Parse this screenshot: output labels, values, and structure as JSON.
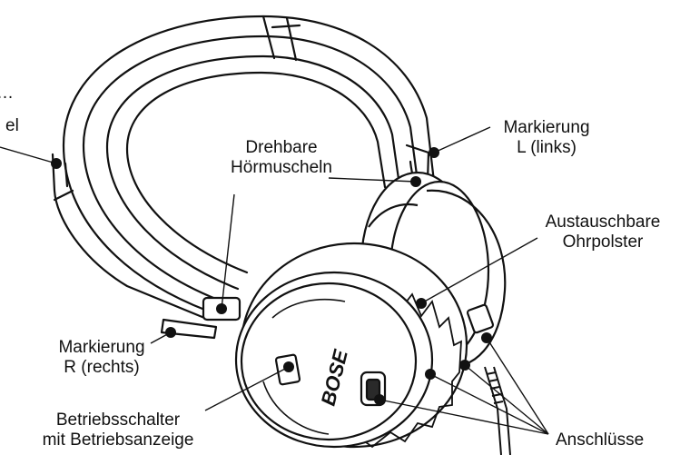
{
  "labels": {
    "cut_top": "…",
    "cut_bottom": "el",
    "markierung_l_line1": "Markierung",
    "markierung_l_line2": "L (links)",
    "drehbare_line1": "Drehbare",
    "drehbare_line2": "Hörmuscheln",
    "austauschbare_line1": "Austauschbare",
    "austauschbare_line2": "Ohrpolster",
    "markierung_r_line1": "Markierung",
    "markierung_r_line2": "R (rechts)",
    "betrieb_line1": "Betriebsschalter",
    "betrieb_line2": "mit Betriebsanzeige",
    "anschluesse": "Anschlüsse"
  },
  "logo_text": "BOSE",
  "colors": {
    "stroke": "#111111",
    "fill": "#ffffff",
    "shade": "#e6e6e6",
    "dark": "#2a2a2a"
  }
}
